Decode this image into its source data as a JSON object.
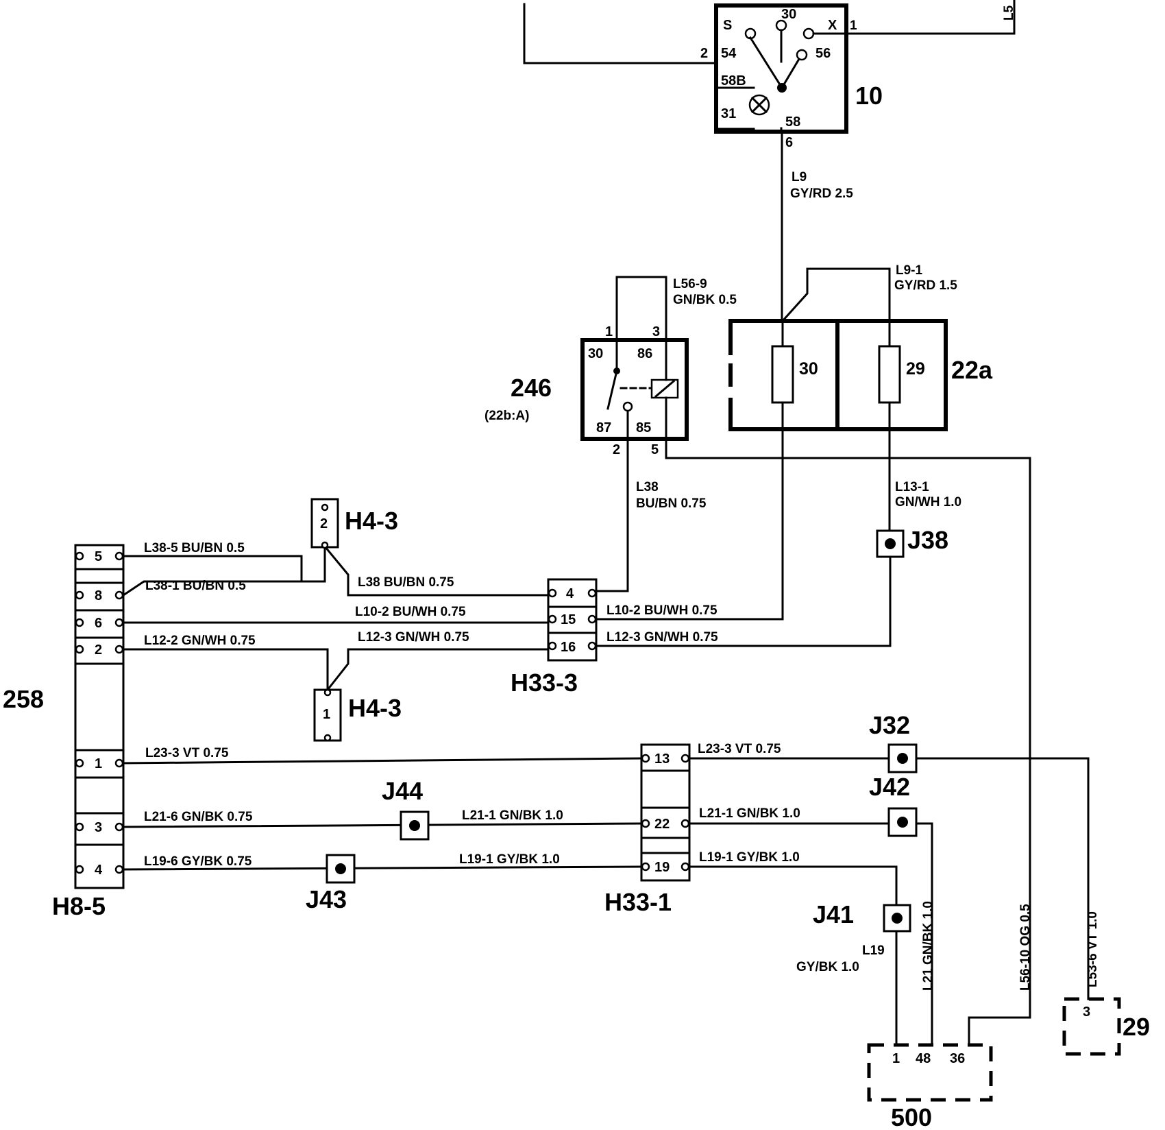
{
  "components": {
    "c10": {
      "id": "10",
      "pins": {
        "s": "S",
        "t30": "30",
        "x": "X",
        "x1": "1",
        "p2": "2",
        "t54": "54",
        "t56": "56",
        "t58b": "58B",
        "t31": "31",
        "t58": "58",
        "p6": "6"
      }
    },
    "c246": {
      "id": "246",
      "sub": "(22b:A)",
      "pins": {
        "p1": "1",
        "p3": "3",
        "t30": "30",
        "t86": "86",
        "t87": "87",
        "t85": "85",
        "p2": "2",
        "p5": "5"
      }
    },
    "c22a": {
      "id": "22a",
      "fuse30": "30",
      "fuse29": "29"
    },
    "c258": {
      "id": "258"
    },
    "h85": {
      "id": "H8-5",
      "pins": [
        "5",
        "8",
        "6",
        "2",
        "1",
        "3",
        "4"
      ]
    },
    "h43top": {
      "id": "H4-3",
      "pin": "2"
    },
    "h43bot": {
      "id": "H4-3",
      "pin": "1"
    },
    "h333": {
      "id": "H33-3",
      "pins": [
        "4",
        "15",
        "16"
      ]
    },
    "h331": {
      "id": "H33-1",
      "pins": [
        "13",
        "22",
        "19"
      ]
    },
    "c500": {
      "id": "500",
      "pins": [
        "1",
        "48",
        "36"
      ]
    },
    "c29": {
      "id": "29",
      "pin": "3"
    },
    "partial_right": "L5"
  },
  "junctions": {
    "j38": "J38",
    "j32": "J32",
    "j42": "J42",
    "j41": "J41",
    "j44": "J44",
    "j43": "J43"
  },
  "wires": {
    "l9": {
      "code": "L9",
      "spec": "GY/RD 2.5"
    },
    "l9_1": {
      "code": "L9-1",
      "spec": "GY/RD 1.5"
    },
    "l56_9": {
      "code": "L56-9",
      "spec": "GN/BK 0.5"
    },
    "l38": {
      "code": "L38",
      "spec": "BU/BN  0.75"
    },
    "l13_1": {
      "code": "L13-1",
      "spec": "GN/WH 1.0"
    },
    "l38_5": "L38-5   BU/BN  0.5",
    "l38_1": "L38-1   BU/BN  0.5",
    "l38_h": "L38   BU/BN  0.75",
    "l10_2a": "L10-2   BU/WH   0.75",
    "l10_2b": "L10-2   BU/WH  0.75",
    "l12_2": "L12-2   GN/WH 0.75",
    "l12_3a": "L12-3    GN/WH  0.75",
    "l12_3b": "L12-3    GN/WH  0.75",
    "l23_3a": "L23-3    VT    0.75",
    "l23_3b": "L23-3    VT   0.75",
    "l21_6": "L21-6    GN/BK  0.75",
    "l21_1a": "L21-1    GN/BK   1.0",
    "l21_1b": "L21-1    GN/BK   1.0",
    "l19_6": "L19-6    GY/BK  0.75",
    "l19_1a": "L19-1    GY/BK   1.0",
    "l19_1b": "L19-1    GY/BK   1.0",
    "l19": {
      "code": "L19",
      "spec": "GY/BK  1.0"
    },
    "l21_v": "L21      GN/BK   1.0",
    "l56_10_v": "L56-10      OG 0.5",
    "l53_6_v": "L53-6      VT   1.0"
  }
}
